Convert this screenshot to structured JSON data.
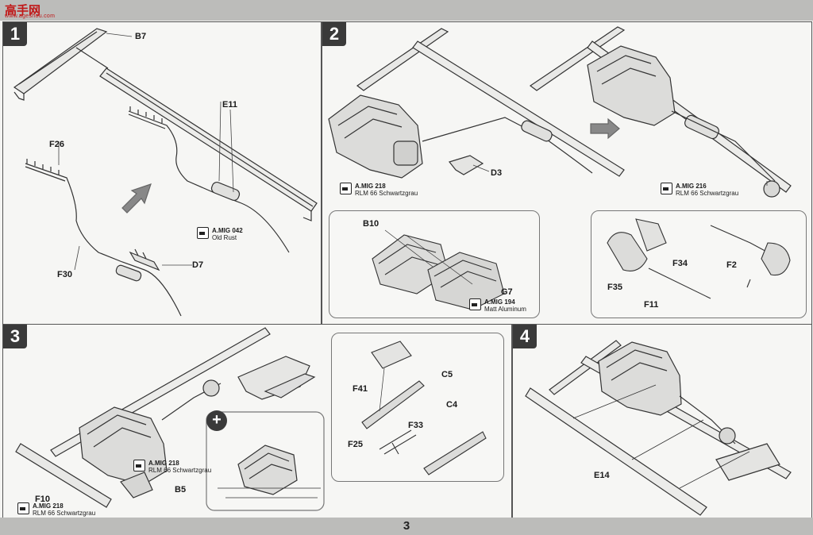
{
  "header": {
    "logo": "高手网",
    "logo_sub": "www.ageshou.com"
  },
  "footer": {
    "page_number": "3"
  },
  "steps": [
    {
      "number": "1",
      "labels": {
        "b7": "B7",
        "e11": "E11",
        "f26": "F26",
        "f30": "F30",
        "d7": "D7"
      },
      "paint": {
        "code": "A.MIG 042",
        "name": "Old Rust"
      }
    },
    {
      "number": "2",
      "labels": {
        "d3": "D3",
        "b10": "B10",
        "g7": "G7",
        "f34": "F34",
        "f2": "F2",
        "f35": "F35",
        "f11": "F11"
      },
      "paint_left": {
        "code": "A.MIG 218",
        "name": "RLM 66 Schwartzgrau"
      },
      "paint_right": {
        "code": "A.MIG 216",
        "name": "RLM 66 Schwartzgrau"
      },
      "paint_sub": {
        "code": "A.MIG 194",
        "name": "Matt Aluminum"
      }
    },
    {
      "number": "3",
      "labels": {
        "f41": "F41",
        "c5": "C5",
        "c4": "C4",
        "f33": "F33",
        "f25": "F25",
        "f10": "F10",
        "b5": "B5"
      },
      "paint_mid": {
        "code": "A.MIG 218",
        "name": "RLM 66 Schwartzgrau"
      },
      "paint_low": {
        "code": "A.MIG 218",
        "name": "RLM 66 Schwartzgrau"
      },
      "zoom_symbol": "+"
    },
    {
      "number": "4",
      "labels": {
        "e14": "E14"
      }
    }
  ]
}
